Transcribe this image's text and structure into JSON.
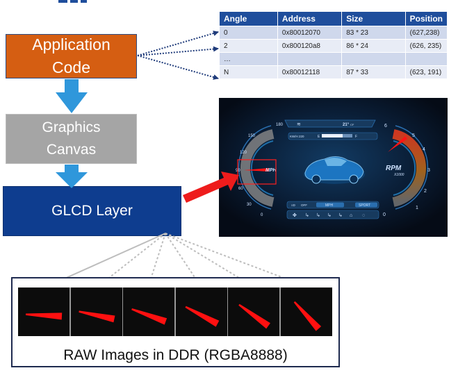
{
  "boxes": {
    "application": [
      "Application",
      "Code"
    ],
    "canvas": [
      "Graphics",
      "Canvas"
    ],
    "glcd": "GLCD Layer"
  },
  "table": {
    "headers": [
      "Angle",
      "Address",
      "Size",
      "Position"
    ],
    "rows": [
      [
        "0",
        "0x80012070",
        "83 * 23",
        "(627,238)"
      ],
      [
        "2",
        "0x800120a8",
        "86 * 24",
        "(626, 235)"
      ],
      [
        "…",
        "",
        "",
        ""
      ],
      [
        "N",
        "0x80012118",
        "87 * 33",
        "(623, 191)"
      ]
    ]
  },
  "dashboard": {
    "speed_ticks": [
      "180",
      "150",
      "120",
      "90",
      "60",
      "30",
      "0"
    ],
    "rpm_ticks": [
      "6",
      "5",
      "4",
      "3",
      "2",
      "1",
      "0"
    ],
    "speed_unit": "MPH",
    "rpm_label": "RPM",
    "rpm_sub": "X1000",
    "temperature": "21°",
    "temperature_unit": "CF",
    "kwh_label": "KW/H 220",
    "fuel_e": "E",
    "fuel_f": "F",
    "mode_off": "OFF",
    "mode_mph": "MPH",
    "mode_sport": "SPORT"
  },
  "raw": {
    "caption": "RAW Images in DDR (RGBA8888)",
    "needle_angles_deg": [
      3,
      12,
      20,
      28,
      36,
      48
    ]
  },
  "colors": {
    "orange": "#d55e12",
    "gray": "#a5a5a5",
    "navy": "#0e3d8f",
    "arrow_blue": "#2f97db",
    "needle_red": "#ff1010",
    "table_header": "#1f4e9c"
  }
}
